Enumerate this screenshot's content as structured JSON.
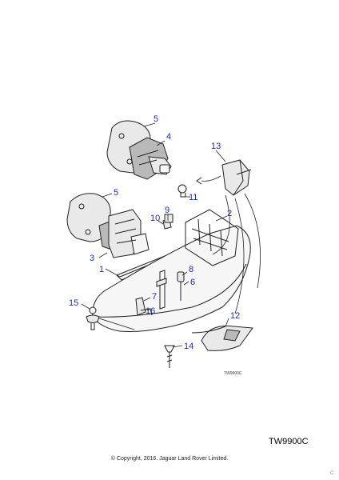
{
  "diagram": {
    "callouts": [
      "1",
      "2",
      "3",
      "4",
      "5",
      "5",
      "6",
      "7",
      "8",
      "9",
      "10",
      "11",
      "12",
      "13",
      "14",
      "15",
      "16"
    ],
    "ref_code_small": "TW9900C",
    "ref_code": "TW9900C",
    "copyright": "© Copyright, 2016. Jaguar Land Rover Limited.",
    "corner_mark": "C"
  },
  "colors": {
    "callout": "#1a2fb8",
    "line": "#222222"
  }
}
